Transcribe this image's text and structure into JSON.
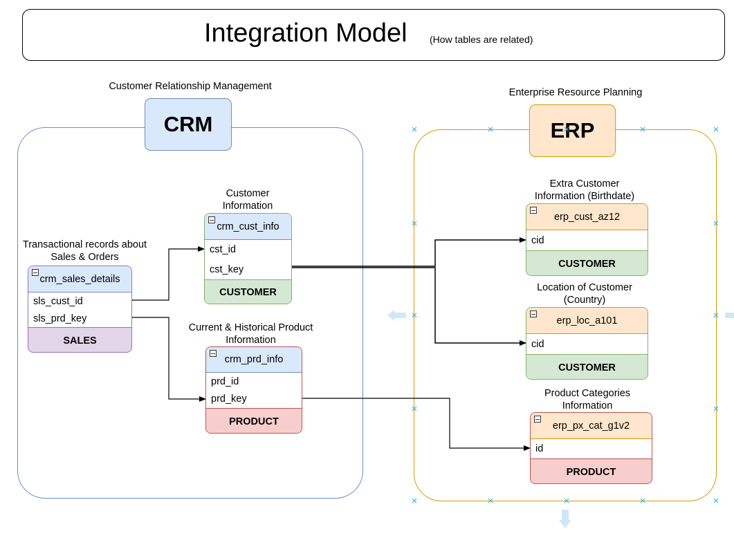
{
  "title": {
    "main": "Integration Model",
    "sub": "(How tables are related)"
  },
  "crm": {
    "header": "CRM",
    "caption": "Customer Relationship Management",
    "tables": {
      "sales": {
        "caption_line1": "Transactional records about",
        "caption_line2": "Sales & Orders",
        "name": "crm_sales_details",
        "fields": [
          "sls_cust_id",
          "sls_prd_key"
        ],
        "category": "SALES"
      },
      "cust": {
        "caption_line1": "Customer",
        "caption_line2": "Information",
        "name": "crm_cust_info",
        "fields": [
          "cst_id",
          "cst_key"
        ],
        "category": "CUSTOMER"
      },
      "prd": {
        "caption_line1": "Current & Historical Product",
        "caption_line2": "Information",
        "name": "crm_prd_info",
        "fields": [
          "prd_id",
          "prd_key"
        ],
        "category": "PRODUCT"
      }
    }
  },
  "erp": {
    "header": "ERP",
    "caption": "Enterprise Resource Planning",
    "tables": {
      "cust": {
        "caption_line1": "Extra Customer",
        "caption_line2": "Information (Birthdate)",
        "name": "erp_cust_az12",
        "fields": [
          "cid"
        ],
        "category": "CUSTOMER"
      },
      "loc": {
        "caption_line1": "Location of Customer",
        "caption_line2": "(Country)",
        "name": "erp_loc_a101",
        "fields": [
          "cid"
        ],
        "category": "CUSTOMER"
      },
      "px": {
        "caption_line1": "Product Categories",
        "caption_line2": "Information",
        "name": "erp_px_cat_g1v2",
        "fields": [
          "id"
        ],
        "category": "PRODUCT"
      }
    }
  },
  "colors": {
    "crm_stroke": "#6c8ebf",
    "crm_fill": "#dae8fc",
    "erp_stroke": "#d79b00",
    "erp_fill": "#ffe6cc",
    "sales_fill": "#e1d5e7",
    "customer_fill": "#d5e8d4",
    "product_fill": "#f8cecc"
  }
}
